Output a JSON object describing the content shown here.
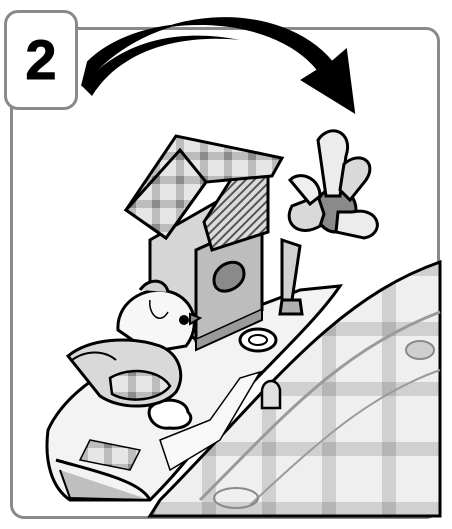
{
  "step": {
    "number": "2"
  },
  "colors": {
    "outline": "#000000",
    "frame_border": "#8a8a8a",
    "light_gray": "#d9d9d9",
    "mid_gray": "#a6a6a6",
    "dark_gray": "#5a5a5a",
    "plaid_light": "#e6e6e6",
    "plaid_dark": "#8c8c8c"
  },
  "icons": {
    "arrow": "curved-rotate-arrow-icon",
    "house": "toy-house-figure",
    "windmill": "windmill-figure",
    "bird": "bird-figure",
    "playmat": "playmat-surface"
  }
}
